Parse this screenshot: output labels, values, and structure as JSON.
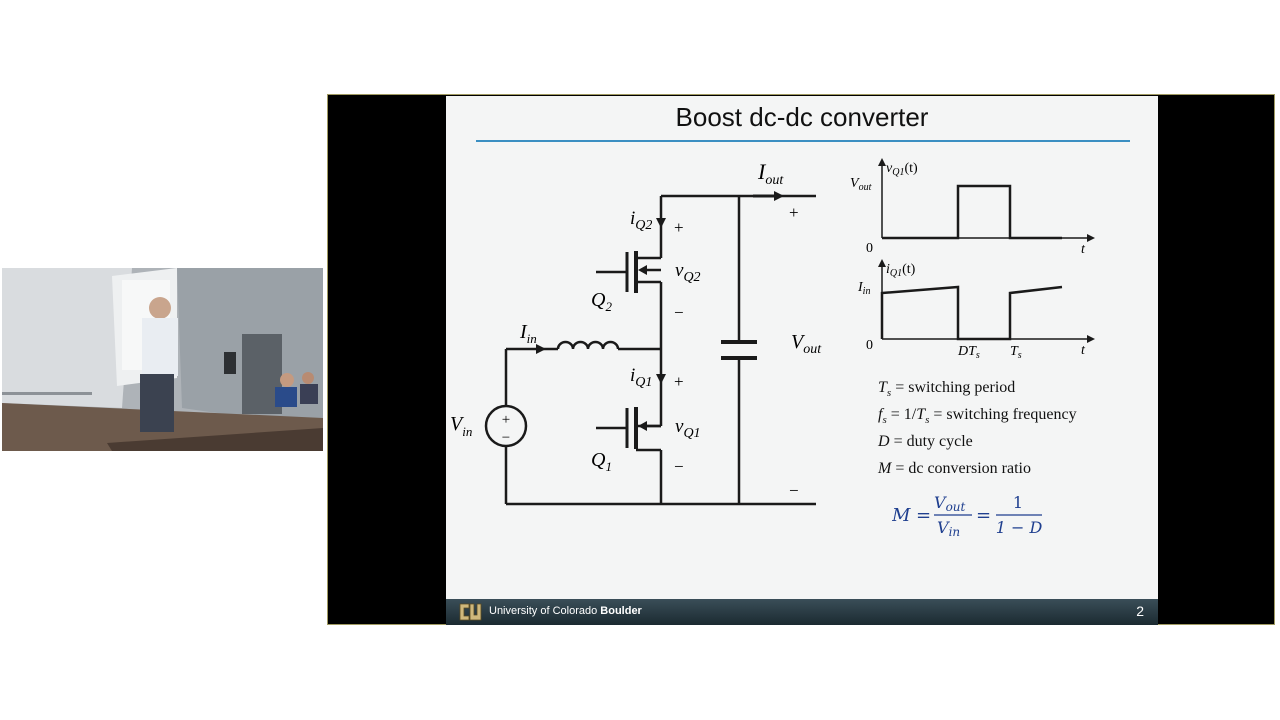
{
  "slide": {
    "title": "Boost dc-dc converter",
    "page_number": "2"
  },
  "footer": {
    "institution": "University of Colorado",
    "institution_bold": "Boulder"
  },
  "circuit": {
    "i_out": "I",
    "i_out_sub": "out",
    "i_in": "I",
    "i_in_sub": "in",
    "v_in": "V",
    "v_in_sub": "in",
    "v_out": "V",
    "v_out_sub": "out",
    "q2": "Q",
    "q2_sub": "2",
    "q1": "Q",
    "q1_sub": "1",
    "iq2": "i",
    "iq2_sub": "Q2",
    "iq1": "i",
    "iq1_sub": "Q1",
    "vq2": "v",
    "vq2_sub": "Q2",
    "vq1": "v",
    "vq1_sub": "Q1",
    "plus": "+",
    "minus": "−"
  },
  "waveforms": {
    "top_ylabel": "v",
    "top_ylabel_sub": "Q1",
    "top_ylabel_arg": "(t)",
    "top_level": "V",
    "top_level_sub": "out",
    "bottom_ylabel": "i",
    "bottom_ylabel_sub": "Q1",
    "bottom_ylabel_arg": "(t)",
    "bottom_level": "I",
    "bottom_level_sub": "in",
    "zero": "0",
    "t_axis": "t",
    "tick_dts": "DT",
    "tick_dts_sub": "s",
    "tick_ts": "T",
    "tick_ts_sub": "s"
  },
  "definitions": [
    {
      "sym": "T",
      "sub": "s",
      "text": " = switching period"
    },
    {
      "sym": "f",
      "sub": "s",
      "text": " = 1/",
      "sym2": "T",
      "sub2": "s",
      "text2": " = switching frequency"
    },
    {
      "sym": "D",
      "sub": "",
      "text": " = duty cycle"
    },
    {
      "sym": "M",
      "sub": "",
      "text": " = dc conversion ratio"
    }
  ],
  "formula": {
    "lhs": "M",
    "eq": "=",
    "num1": "V",
    "num1_sub": "out",
    "den1": "V",
    "den1_sub": "in",
    "num2": "1",
    "den2": "1 − D"
  }
}
